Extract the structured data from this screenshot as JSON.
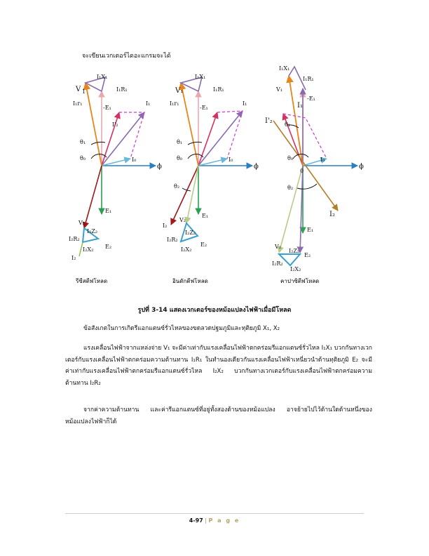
{
  "intro": "จะเขียนเวกเตอร์ไดอะแกรมจะได้",
  "diagram_captions": [
    "รีซีสตีฟโหลด",
    "อินดักตีฟโหลด",
    "คาปาซิตีฟโหลด"
  ],
  "figure_caption": "รูปที่ 3-14 แสดงเวกเตอร์ของหม้อแปลงไฟฟ้าเมื่อมีโหลด",
  "para1": "ข้อสังเกตในการเกิดรีแอกแตนซ์รั่วไหลของขดลวดปฐมภูมิและทุติยภูมิ X₁, X₂",
  "para2": "แรงเคลื่อนไฟฟ้าจากแหล่งจ่าย V₁ จะมีค่าเท่ากับแรงเคลื่อนไฟฟ้าตกคร่อมรีแอกแตนซ์รั่วไหล I₁X₁ บวกกันทางเวกเตอร์กับแรงเคลื่อนไฟฟ้าตกคร่อมความต้านทาน I₁R₁ ในทำนองเดียวกันแรงเคลื่อนไฟฟ้าเหนี่ยวนำด้านทุติยภูมิ E₂ จะมีค่าเท่ากับแรงเคลื่อนไฟฟ้าตกคร่อมรีแอกแตนซ์รั่วไหล I₂X₂ บวกกันทางเวกเตอร์กับแรงเคลื่อนไฟฟ้าตกคร่อมความต้านทาน I₂R₂",
  "para3": "จากค่าความต้านทาน และค่ารีแอกแตนซ์ที่อยู่ทั้งสองด้านของหม้อแปลง อาจย้ายไปไว้ด้านใดด้านหนึ่งของหม้อแปลงไฟฟ้าก็ได้",
  "footer": {
    "page": "4-97",
    "separator": "|",
    "word": "P a g e"
  },
  "labels": {
    "V1": "V",
    "E1": "E",
    "E1neg": "-E",
    "E2": "E",
    "I1": "I",
    "I2": "I",
    "I2p": "I'",
    "I0": "I",
    "phi": "ϕ",
    "th1": "θ",
    "th0": "θ",
    "th2": "θ",
    "I1X1": "I X",
    "I1R1": "I R",
    "I2X2": "I X",
    "I2R2": "I R",
    "V2": "V",
    "zero": "0"
  },
  "colors": {
    "V1": "#e8851a",
    "E1neg": "#e8a8b0",
    "E2": "#2aa050",
    "I1": "#8a6ab0",
    "I2p": "#d43060",
    "I0": "#6ab8d8",
    "phi": "#2a7fc0",
    "dashed": "#d038d0",
    "leak": "#3aa0d0",
    "V2load": "#a01818",
    "I2load": "#b08028"
  }
}
